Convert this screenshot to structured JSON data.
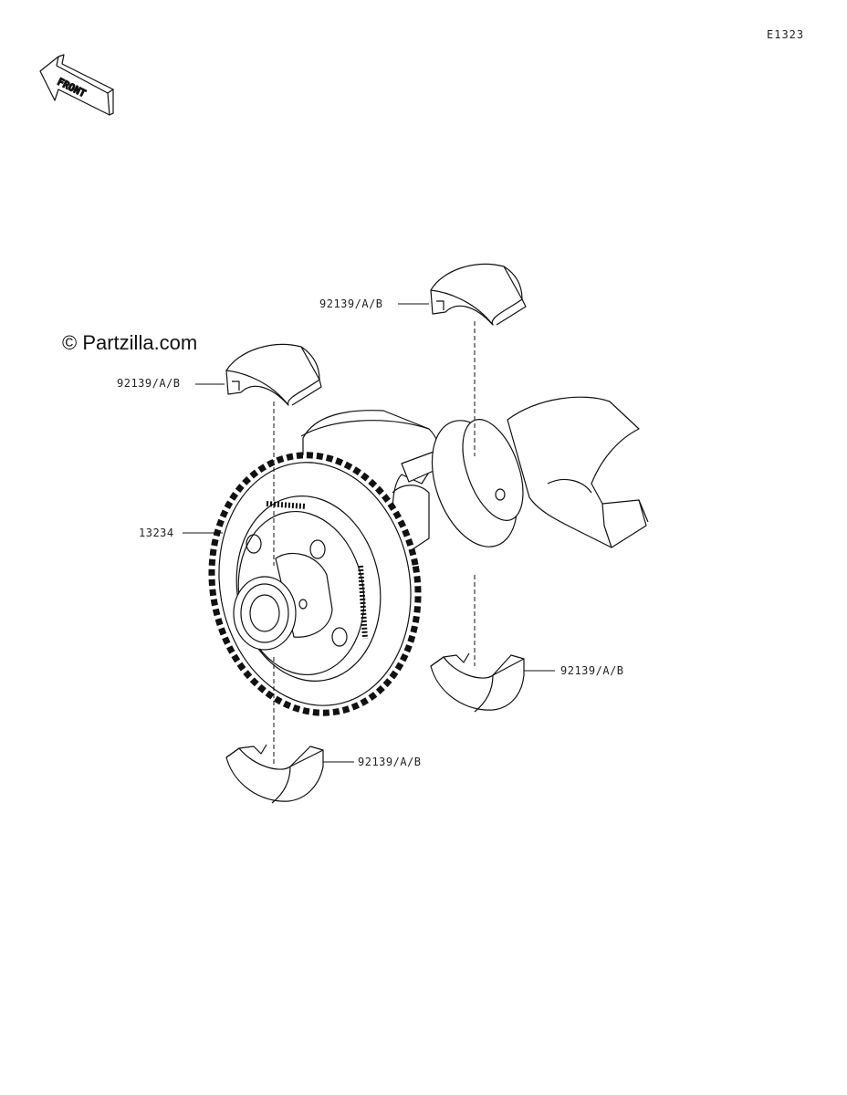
{
  "diagram_code": "E1323",
  "front_label": "FRONT",
  "watermark": "© Partzilla.com",
  "callouts": {
    "bearing_upper_right": "92139/A/B",
    "bearing_upper_left": "92139/A/B",
    "gear": "13234",
    "bearing_lower_right": "92139/A/B",
    "bearing_lower_left": "92139/A/B"
  }
}
